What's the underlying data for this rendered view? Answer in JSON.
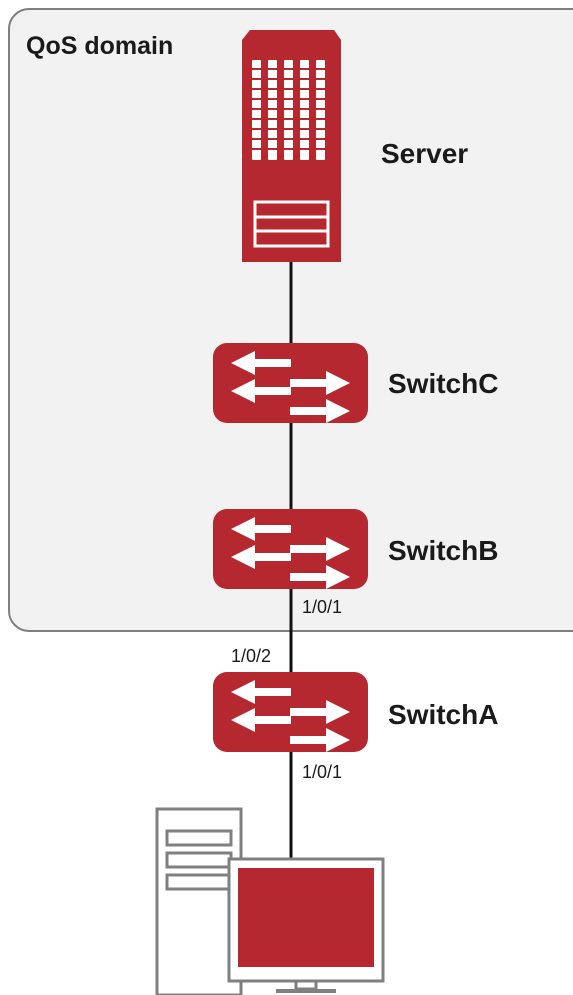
{
  "domain": {
    "label": "QoS domain"
  },
  "nodes": {
    "server": {
      "label": "Server"
    },
    "switch_c": {
      "label": "SwitchC"
    },
    "switch_b": {
      "label": "SwitchB",
      "port_down": "1/0/1"
    },
    "switch_a": {
      "label": "SwitchA",
      "port_up": "1/0/2",
      "port_down": "1/0/1"
    },
    "pc": {
      "label": ""
    }
  },
  "colors": {
    "device": "#b5282f",
    "domain_bg": "#f2f2f2",
    "domain_border": "#7f7f7f",
    "link": "#111111",
    "pc_outline": "#808080"
  }
}
